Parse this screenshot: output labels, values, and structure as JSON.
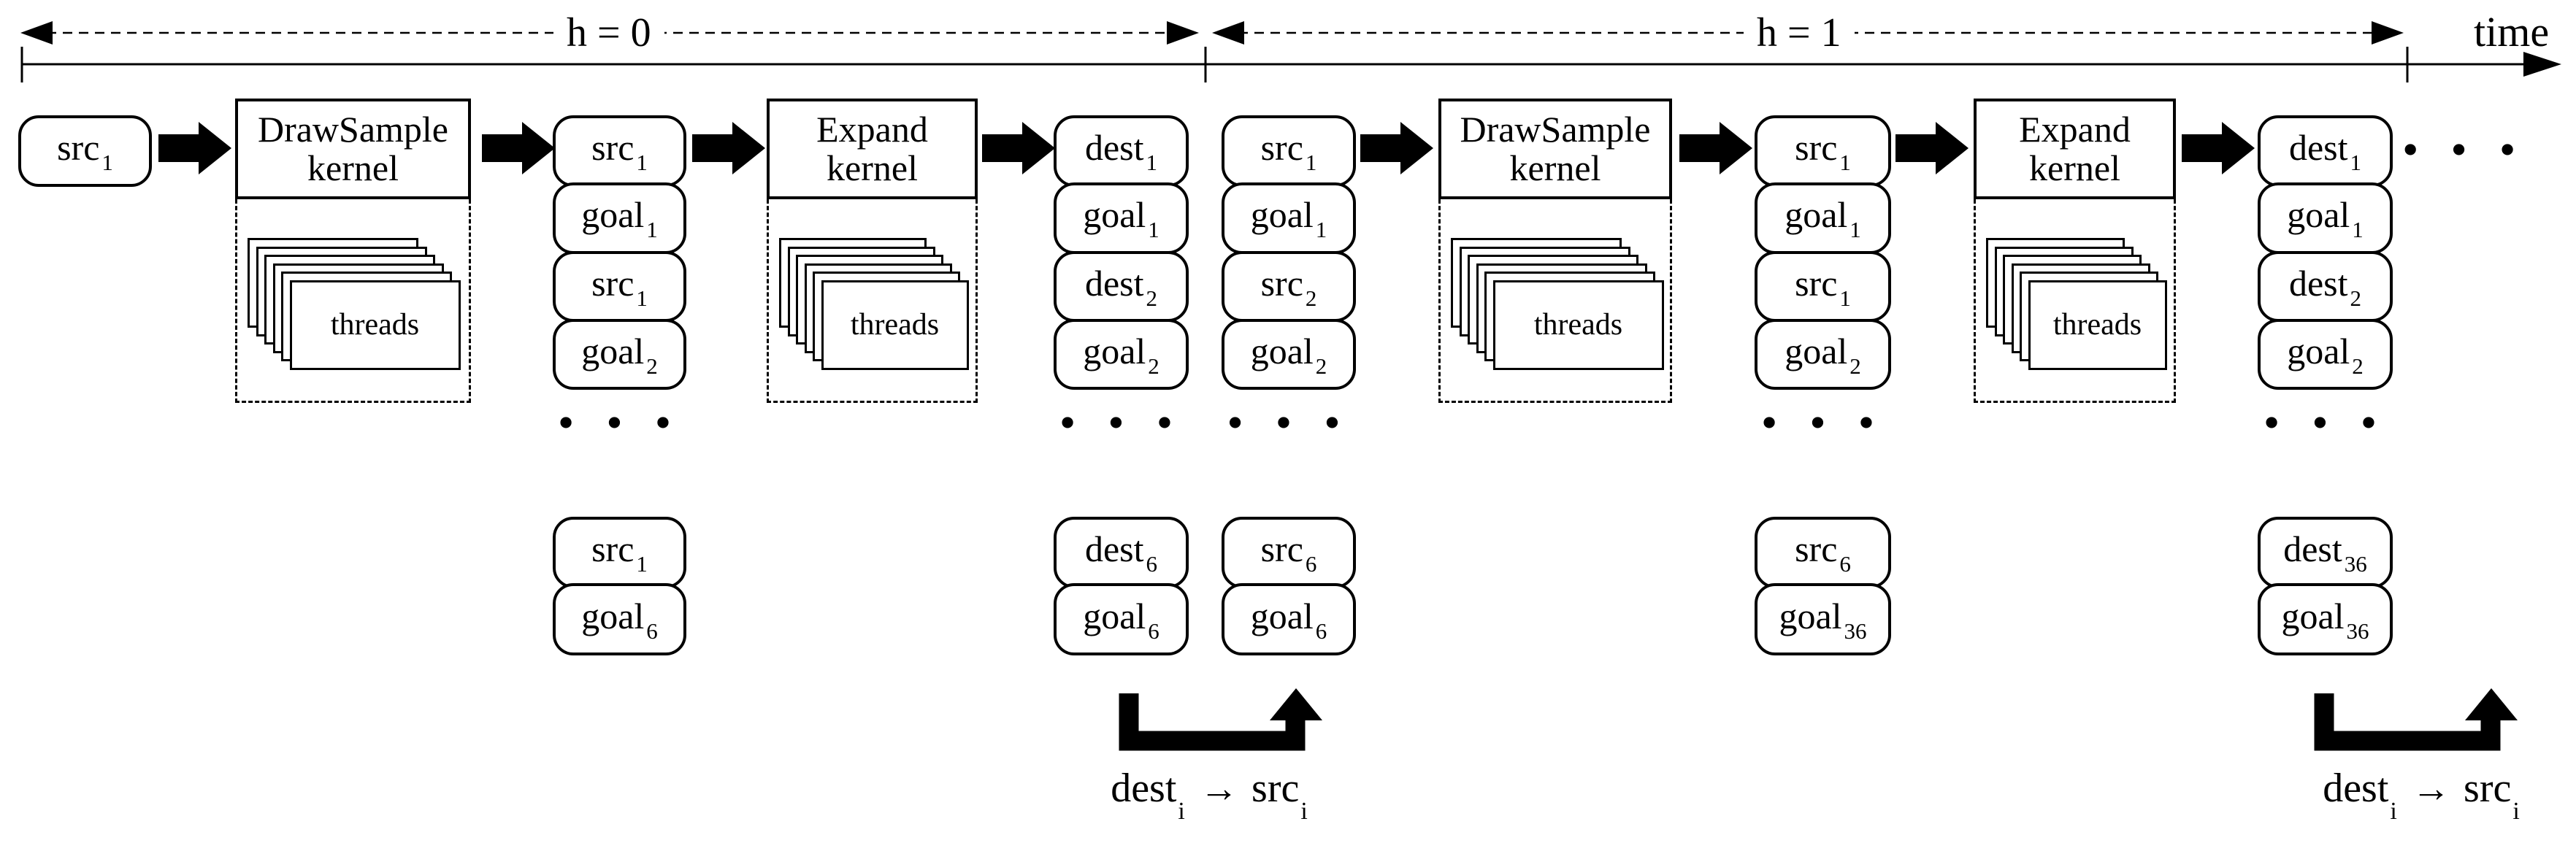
{
  "ruler": {
    "h0": "h = 0",
    "h1": "h = 1",
    "time": "time"
  },
  "symbols": {
    "ellipsis": "• • •",
    "trailing_ellipsis": "• • •"
  },
  "threads_label": "threads",
  "kernels": [
    {
      "line1": "DrawSample",
      "line2": "kernel"
    },
    {
      "line1": "Expand",
      "line2": "kernel"
    },
    {
      "line1": "DrawSample",
      "line2": "kernel"
    },
    {
      "line1": "Expand",
      "line2": "kernel"
    }
  ],
  "input_box": {
    "base": "src",
    "sub": "1"
  },
  "columns": [
    {
      "name": "h0-sampled",
      "boxes": [
        {
          "base": "src",
          "sub": "1"
        },
        {
          "base": "goal",
          "sub": "1"
        },
        {
          "base": "src",
          "sub": "1"
        },
        {
          "base": "goal",
          "sub": "2"
        }
      ],
      "bottom": [
        {
          "base": "src",
          "sub": "1"
        },
        {
          "base": "goal",
          "sub": "6"
        }
      ]
    },
    {
      "name": "h0-expanded",
      "boxes": [
        {
          "base": "dest",
          "sub": "1"
        },
        {
          "base": "goal",
          "sub": "1"
        },
        {
          "base": "dest",
          "sub": "2"
        },
        {
          "base": "goal",
          "sub": "2"
        }
      ],
      "bottom": [
        {
          "base": "dest",
          "sub": "6"
        },
        {
          "base": "goal",
          "sub": "6"
        }
      ]
    },
    {
      "name": "h1-input",
      "boxes": [
        {
          "base": "src",
          "sub": "1"
        },
        {
          "base": "goal",
          "sub": "1"
        },
        {
          "base": "src",
          "sub": "2"
        },
        {
          "base": "goal",
          "sub": "2"
        }
      ],
      "bottom": [
        {
          "base": "src",
          "sub": "6"
        },
        {
          "base": "goal",
          "sub": "6"
        }
      ]
    },
    {
      "name": "h1-sampled",
      "boxes": [
        {
          "base": "src",
          "sub": "1"
        },
        {
          "base": "goal",
          "sub": "1"
        },
        {
          "base": "src",
          "sub": "1"
        },
        {
          "base": "goal",
          "sub": "2"
        }
      ],
      "bottom": [
        {
          "base": "src",
          "sub": "6"
        },
        {
          "base": "goal",
          "sub": "36"
        }
      ]
    },
    {
      "name": "h1-expanded",
      "boxes": [
        {
          "base": "dest",
          "sub": "1"
        },
        {
          "base": "goal",
          "sub": "1"
        },
        {
          "base": "dest",
          "sub": "2"
        },
        {
          "base": "goal",
          "sub": "2"
        }
      ],
      "bottom": [
        {
          "base": "dest",
          "sub": "36"
        },
        {
          "base": "goal",
          "sub": "36"
        }
      ]
    }
  ],
  "loop_label": {
    "from_base": "dest",
    "from_sub": "i",
    "arrow": "→",
    "to_base": "src",
    "to_sub": "i"
  }
}
